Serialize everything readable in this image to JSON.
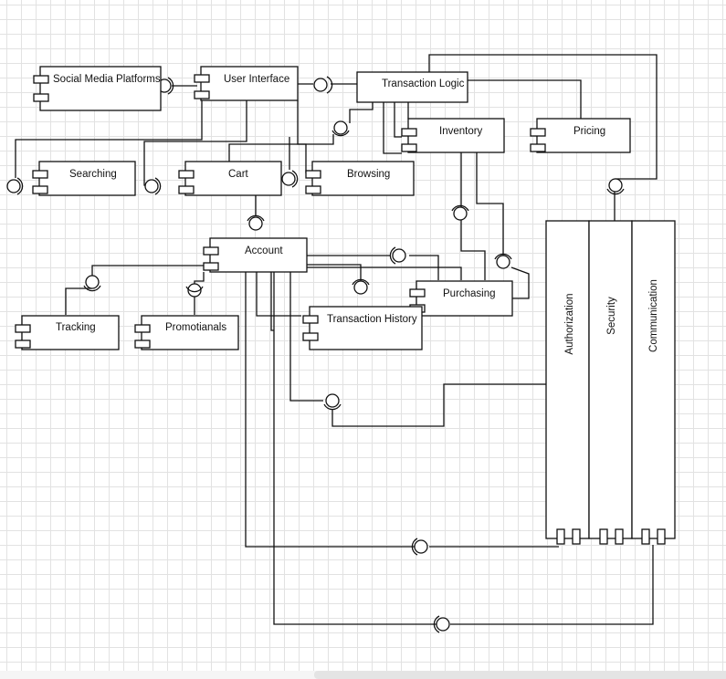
{
  "components": [
    {
      "id": "social",
      "label": "Social Media Platforms"
    },
    {
      "id": "ui",
      "label": "User Interface"
    },
    {
      "id": "txlogic",
      "label": "Transaction Logic"
    },
    {
      "id": "inventory",
      "label": "Inventory"
    },
    {
      "id": "pricing",
      "label": "Pricing"
    },
    {
      "id": "searching",
      "label": "Searching"
    },
    {
      "id": "cart",
      "label": "Cart"
    },
    {
      "id": "browsing",
      "label": "Browsing"
    },
    {
      "id": "account",
      "label": "Account"
    },
    {
      "id": "purchasing",
      "label": "Purchasing"
    },
    {
      "id": "tracking",
      "label": "Tracking"
    },
    {
      "id": "promotions",
      "label": "Promotianals"
    },
    {
      "id": "txhistory",
      "label": "Transaction History"
    }
  ],
  "subsystems": [
    {
      "id": "authorization",
      "label": "Authorization"
    },
    {
      "id": "security",
      "label": "Security"
    },
    {
      "id": "communication",
      "label": "Communication"
    }
  ]
}
